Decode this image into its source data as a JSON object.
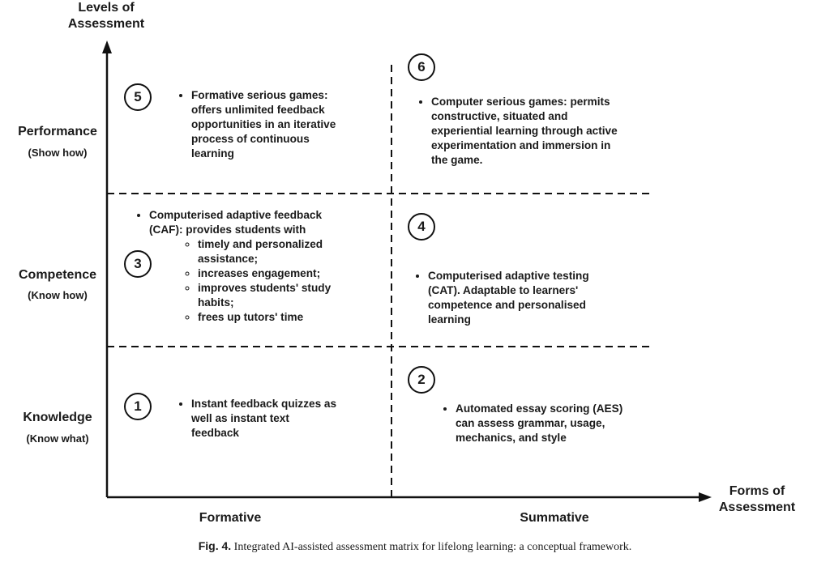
{
  "axes": {
    "y_title_line1": "Levels of",
    "y_title_line2": "Assessment",
    "x_title_line1": "Forms of",
    "x_title_line2": "Assessment"
  },
  "rows": [
    {
      "label": "Performance",
      "sub": "(Show how)"
    },
    {
      "label": "Competence",
      "sub": "(Know how)"
    },
    {
      "label": "Knowledge",
      "sub": "(Know what)"
    }
  ],
  "columns": [
    "Formative",
    "Summative"
  ],
  "cells": {
    "c1": {
      "number": "1",
      "bullet": "Instant feedback quizzes as well as instant text feedback"
    },
    "c2": {
      "number": "2",
      "bullet": "Automated essay scoring (AES) can assess grammar, usage, mechanics, and style"
    },
    "c3": {
      "number": "3",
      "bullet": "Computerised adaptive feedback (CAF): provides students with",
      "sub_items": [
        "timely and personalized assistance;",
        "increases engagement;",
        "improves students' study habits;",
        "frees up tutors' time"
      ]
    },
    "c4": {
      "number": "4",
      "bullet": "Computerised adaptive testing (CAT). Adaptable to learners' competence and personalised learning"
    },
    "c5": {
      "number": "5",
      "bullet": "Formative serious games: offers unlimited feedback opportunities in an iterative process of continuous learning"
    },
    "c6": {
      "number": "6",
      "bullet": "Computer serious games: permits constructive, situated and experiential learning through active experimentation and immersion in the game."
    }
  },
  "caption": {
    "label": "Fig. 4.",
    "text": "Integrated AI-assisted assessment matrix for lifelong learning: a conceptual framework."
  }
}
